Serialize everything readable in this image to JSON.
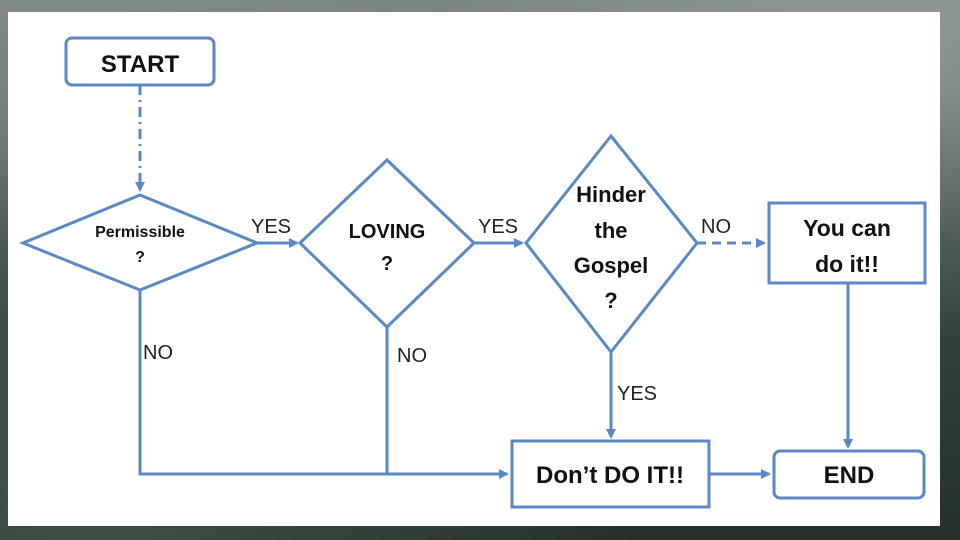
{
  "colors": {
    "stroke": "#5b88c4",
    "panel": "#ffffff",
    "text": "#111111"
  },
  "nodes": {
    "start": "START",
    "permissible": {
      "line1": "Permissible",
      "line2": "?"
    },
    "loving": {
      "line1": "LOVING",
      "line2": "?"
    },
    "hinder": {
      "line1": "Hinder",
      "line2": "the",
      "line3": "Gospel",
      "line4": "?"
    },
    "you_can": {
      "line1": "You can",
      "line2": "do it!!"
    },
    "dont": "Don’t DO IT!!",
    "end": "END"
  },
  "edges": {
    "permissible_yes": "YES",
    "loving_yes": "YES",
    "hinder_no": "NO",
    "permissible_no": "NO",
    "loving_no": "NO",
    "hinder_yes": "YES"
  }
}
